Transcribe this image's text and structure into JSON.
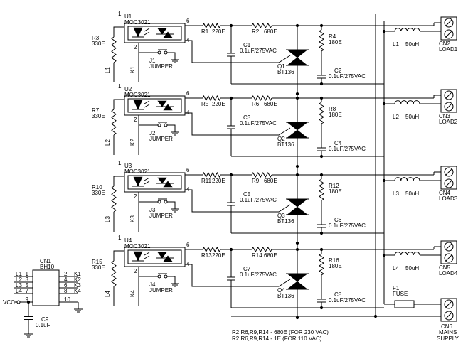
{
  "channels": [
    {
      "u": "U1",
      "ic": "MOC3021",
      "r_in": "R3",
      "r_in_val": "330E",
      "l": "L1",
      "k": "K1",
      "jumper": "J1",
      "jumper_label": "JUMPER",
      "r_a": "R1",
      "r_a_val": "220E",
      "r_b": "R2",
      "r_b_val": "680E",
      "c_a": "C1",
      "c_a_val": "0.1uF/275VAC",
      "r_c": "R4",
      "r_c_val": "180E",
      "q": "Q1",
      "q_val": "BT136",
      "c_b": "C2",
      "c_b_val": "0.1uF/275VAC",
      "ind": "L1",
      "ind_val": "50uH",
      "cn": "CN2",
      "cn_label": "LOAD1"
    },
    {
      "u": "U2",
      "ic": "MOC3021",
      "r_in": "R7",
      "r_in_val": "330E",
      "l": "L2",
      "k": "K2",
      "jumper": "J2",
      "jumper_label": "JUMPER",
      "r_a": "R5",
      "r_a_val": "220E",
      "r_b": "R6",
      "r_b_val": "680E",
      "c_a": "C3",
      "c_a_val": "0.1uF/275VAC",
      "r_c": "R8",
      "r_c_val": "180E",
      "q": "Q2",
      "q_val": "BT136",
      "c_b": "C4",
      "c_b_val": "0.1uF/275VAC",
      "ind": "L2",
      "ind_val": "50uH",
      "cn": "CN3",
      "cn_label": "LOAD2"
    },
    {
      "u": "U3",
      "ic": "MOC3021",
      "r_in": "R10",
      "r_in_val": "330E",
      "l": "L3",
      "k": "K3",
      "jumper": "J3",
      "jumper_label": "JUMPER",
      "r_a": "R11",
      "r_a_val": "220E",
      "r_b": "R9",
      "r_b_val": "680E",
      "c_a": "C5",
      "c_a_val": "0.1uF/275VAC",
      "r_c": "R12",
      "r_c_val": "180E",
      "q": "Q3",
      "q_val": "BT136",
      "c_b": "C6",
      "c_b_val": "0.1uF/275VAC",
      "ind": "L3",
      "ind_val": "50uH",
      "cn": "CN4",
      "cn_label": "LOAD3"
    },
    {
      "u": "U4",
      "ic": "MOC3021",
      "r_in": "R15",
      "r_in_val": "330E",
      "l": "L4",
      "k": "K4",
      "jumper": "J4",
      "jumper_label": "JUMPER",
      "r_a": "R13",
      "r_a_val": "220E",
      "r_b": "R14",
      "r_b_val": "680E",
      "c_a": "C7",
      "c_a_val": "0.1uF/275VAC",
      "r_c": "R16",
      "r_c_val": "180E",
      "q": "Q4",
      "q_val": "BT136",
      "c_b": "C8",
      "c_b_val": "0.1uF/275VAC",
      "ind": "L4",
      "ind_val": "50uH",
      "cn": "CN5",
      "cn_label": "LOAD4"
    }
  ],
  "pins": {
    "p1": "1",
    "p2": "2",
    "p4": "4",
    "p6": "6"
  },
  "header": {
    "name": "CN1",
    "value": "BH10",
    "left_labels": [
      "L1",
      "L2",
      "L3",
      "L4"
    ],
    "left_pins": [
      "1",
      "3",
      "5",
      "7",
      "9"
    ],
    "right_labels": [
      "K1",
      "K2",
      "K3",
      "K4"
    ],
    "right_pins": [
      "2",
      "4",
      "6",
      "8",
      "10"
    ],
    "vcc": "VCC",
    "cap": "C9",
    "cap_val": "0.1uF"
  },
  "mains": {
    "fuse": "F1",
    "fuse_label": "FUSE",
    "cn": "CN6",
    "label1": "MAINS",
    "label2": "SUPPLY"
  },
  "notes": [
    "R2,R6,R9,R14 - 680E (FOR 230 VAC)",
    "R2,R6,R9,R14 - 1E (FOR 110 VAC)"
  ]
}
